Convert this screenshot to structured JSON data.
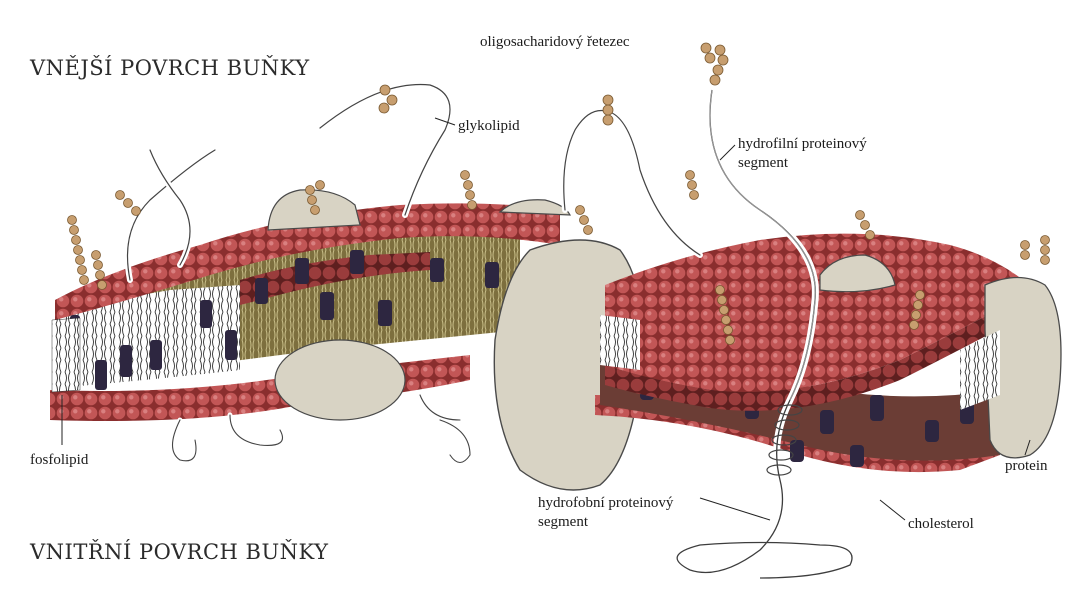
{
  "labels": {
    "outer_surface": "VNĚJŠÍ POVRCH BUŇKY",
    "inner_surface": "VNITŘNÍ POVRCH BUŇKY",
    "oligosaccharide_chain": "oligosacharidový řetezec",
    "glycolipid": "glykolipid",
    "hydrophilic_segment": "hydrofilní proteinový\nsegment",
    "phospholipid": "fosfolipid",
    "hydrophobic_segment": "hydrofobní proteinový\nsegment",
    "cholesterol": "cholesterol",
    "protein": "protein"
  },
  "colors": {
    "lipid_head": "#bd4f4f",
    "lipid_head_dark": "#8a2e2e",
    "protein": "#d8d3c4",
    "cholesterol": "#2d2640",
    "sugar_bead": "#c79e6f",
    "interior": "#7a5a2a"
  }
}
